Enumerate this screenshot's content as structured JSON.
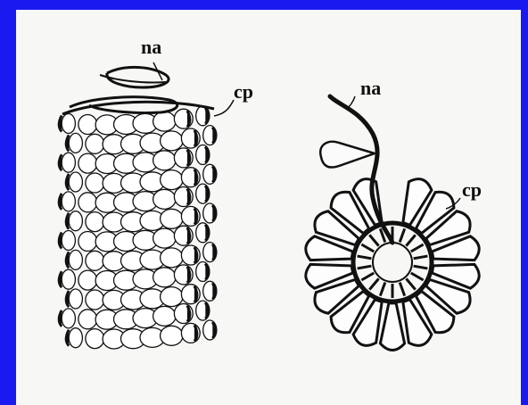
{
  "figure": {
    "left_diagram": {
      "label_top": "na",
      "label_side": "cp"
    },
    "right_diagram": {
      "label_top": "na",
      "label_side": "cp"
    }
  },
  "colors": {
    "background": "#1a1af0",
    "panel": "#f7f7f5",
    "ink": "#111111"
  }
}
